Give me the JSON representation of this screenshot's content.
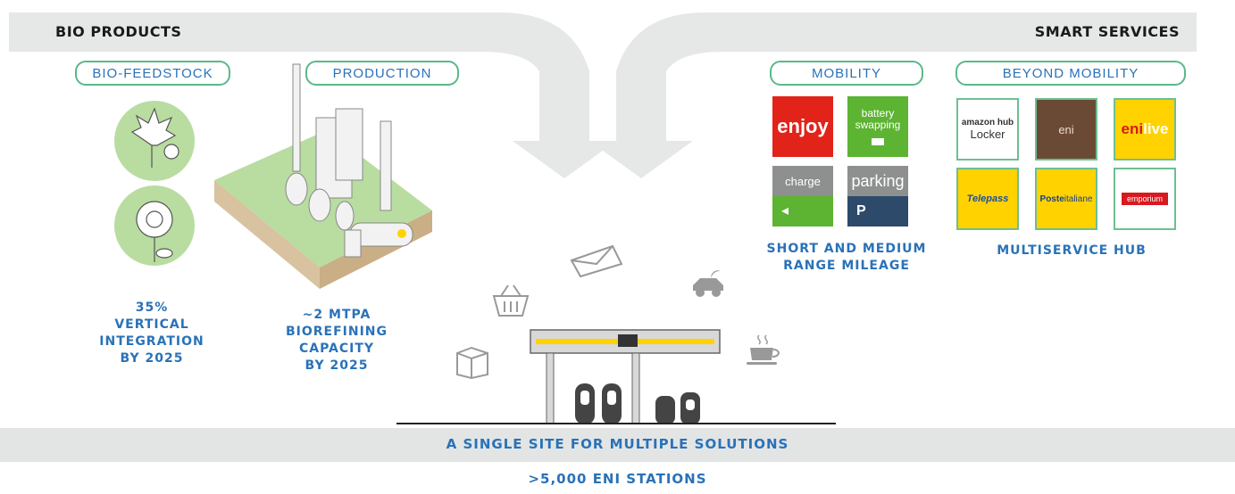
{
  "headers": {
    "bio_products": "BIO PRODUCTS",
    "smart_services": "SMART SERVICES"
  },
  "pills": {
    "bio_feedstock": "BIO-FEEDSTOCK",
    "production": "PRODUCTION",
    "mobility": "MOBILITY",
    "beyond_mobility": "BEYOND MOBILITY"
  },
  "stats": {
    "vertical": [
      "35%",
      "VERTICAL",
      "INTEGRATION",
      "BY 2025"
    ],
    "biorefining": [
      "~2 MTPA",
      "BIOREFINING",
      "CAPACITY",
      "BY 2025"
    ]
  },
  "mobility_tiles": {
    "enjoy": "enjoy",
    "battery": "battery swapping",
    "charge": "charge",
    "parking": "parking",
    "parking_p": "P"
  },
  "mobility_caption": [
    "SHORT AND MEDIUM",
    "RANGE MILEAGE"
  ],
  "beyond_tiles": {
    "amazon_top": "amazon hub",
    "amazon_bottom": "Locker",
    "enicafe": "eni",
    "enilive_a": "eni",
    "enilive_b": "live",
    "telepass": "Telepass",
    "poste_a": "Poste",
    "poste_b": "italiane",
    "emporium": "emporium"
  },
  "beyond_caption": "MULTISERVICE HUB",
  "bottom": {
    "single_site": "A SINGLE SITE FOR MULTIPLE SOLUTIONS",
    "stations": ">5,000 ENI STATIONS"
  },
  "colors": {
    "accent_blue": "#2a72b8",
    "pill_green": "#5ab88a",
    "arrow_gray": "#e6e7e7",
    "enjoy_red": "#e2231a",
    "tile_green": "#5db332",
    "tile_gray": "#8e8f8f",
    "eni_yellow": "#ffd200"
  }
}
